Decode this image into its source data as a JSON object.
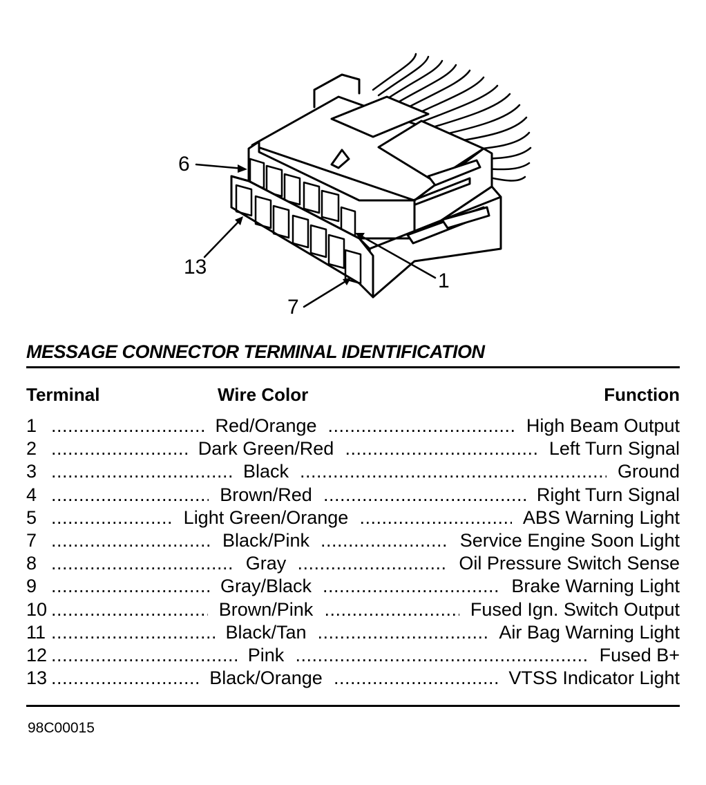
{
  "diagram": {
    "callouts": {
      "c6": "6",
      "c13": "13",
      "c1": "1",
      "c7": "7"
    }
  },
  "table": {
    "title": "MESSAGE CONNECTOR TERMINAL IDENTIFICATION",
    "headers": {
      "terminal": "Terminal",
      "wire_color": "Wire Color",
      "function": "Function"
    },
    "rows": [
      {
        "terminal": "1",
        "wire_color": "Red/Orange",
        "function": "High Beam Output"
      },
      {
        "terminal": "2",
        "wire_color": "Dark Green/Red",
        "function": "Left Turn Signal"
      },
      {
        "terminal": "3",
        "wire_color": "Black",
        "function": "Ground"
      },
      {
        "terminal": "4",
        "wire_color": "Brown/Red",
        "function": "Right Turn Signal"
      },
      {
        "terminal": "5",
        "wire_color": "Light Green/Orange",
        "function": "ABS Warning Light"
      },
      {
        "terminal": "7",
        "wire_color": "Black/Pink",
        "function": "Service Engine Soon Light"
      },
      {
        "terminal": "8",
        "wire_color": "Gray",
        "function": "Oil Pressure Switch Sense"
      },
      {
        "terminal": "9",
        "wire_color": "Gray/Black",
        "function": "Brake Warning Light"
      },
      {
        "terminal": "10",
        "wire_color": "Brown/Pink",
        "function": "Fused Ign. Switch Output"
      },
      {
        "terminal": "11",
        "wire_color": "Black/Tan",
        "function": "Air Bag Warning Light"
      },
      {
        "terminal": "12",
        "wire_color": "Pink",
        "function": "Fused B+"
      },
      {
        "terminal": "13",
        "wire_color": "Black/Orange",
        "function": "VTSS Indicator Light"
      }
    ]
  },
  "figure_code": "98C00015"
}
